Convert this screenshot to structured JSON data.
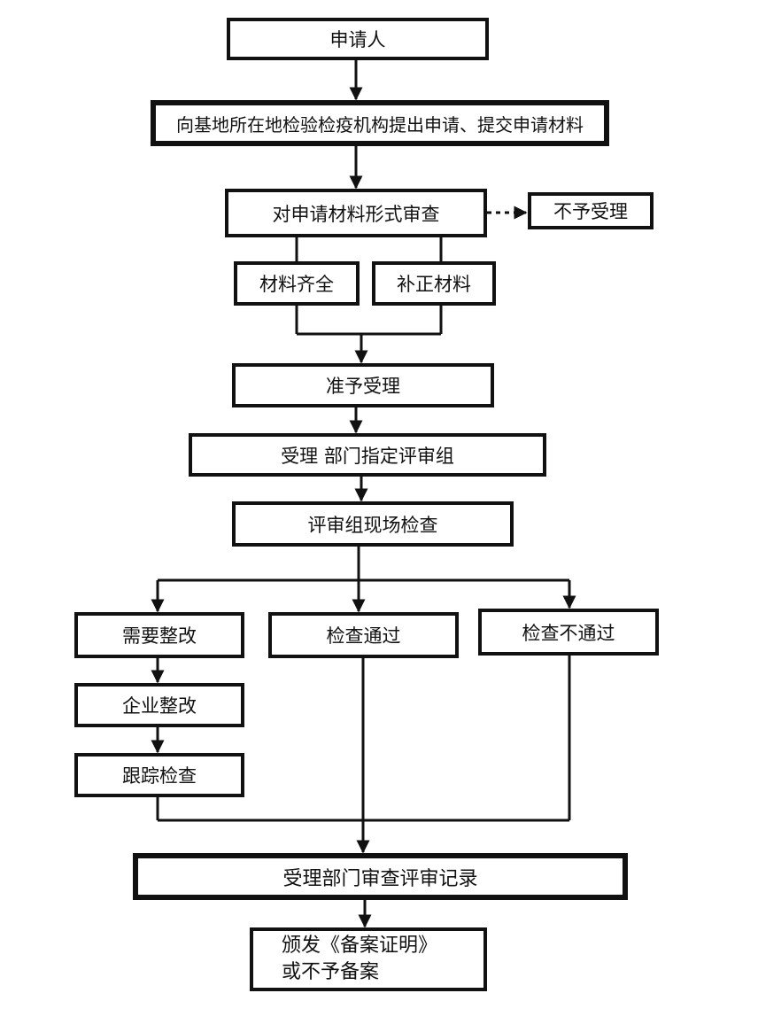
{
  "steps": {
    "applicant": "申请人",
    "submit_application": "向基地所在地检验检疫机构提出申请、提交申请材料",
    "formal_review": "对申请材料形式审查",
    "not_accepted": "不予受理",
    "materials_complete": "材料齐全",
    "supplement_materials": "补正材料",
    "accept": "准予受理",
    "assign_review_team": "受理 部门指定评审组",
    "onsite_inspection": "评审组现场检查",
    "needs_rectification": "需要整改",
    "inspection_passed": "检查通过",
    "inspection_failed": "检查不通过",
    "company_rectification": "企业整改",
    "follow_up_inspection": "跟踪检查",
    "review_records": "受理部门审查评审记录",
    "issue_certificate_line1": "颁发《备案证明》",
    "issue_certificate_line2": "或不予备案"
  }
}
